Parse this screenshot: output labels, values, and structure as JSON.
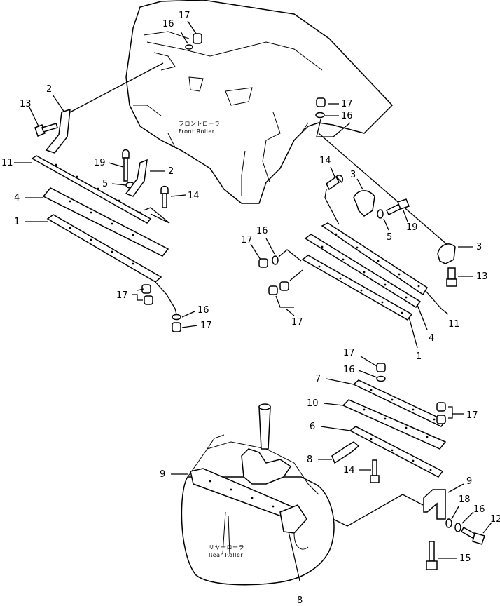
{
  "labels": {
    "front_roller_jp": "フロントローラ",
    "front_roller_en": "Front  Roller",
    "rear_roller_jp": "リヤーローラ",
    "rear_roller_en": "Rear  Roller"
  },
  "callouts": {
    "fl_13": "13",
    "fl_2a": "2",
    "fl_11": "11",
    "fl_19": "19",
    "fl_5": "5",
    "fl_2b": "2",
    "fl_14": "14",
    "fl_4": "4",
    "fl_1": "1",
    "fl_17a": "17",
    "fl_16": "16",
    "fl_17b": "17",
    "ft_16": "16",
    "ft_17": "17",
    "fr_17a": "17",
    "fr_16a": "16",
    "fr_14": "14",
    "fr_3a": "3",
    "fr_5": "5",
    "fr_19": "19",
    "fr_3b": "3",
    "fr_13": "13",
    "fr_17b": "17",
    "fr_16b": "16",
    "fr_17c": "17",
    "fr_11": "11",
    "fr_4": "4",
    "fr_1": "1",
    "r_17a": "17",
    "r_16a": "16",
    "r_7": "7",
    "r_10": "10",
    "r_17b": "17",
    "r_6": "6",
    "r_8a": "8",
    "r_14": "14",
    "r_9a": "9",
    "r_9b": "9",
    "r_18": "18",
    "r_16b": "16",
    "r_12": "12",
    "r_15": "15",
    "r_8b": "8"
  }
}
